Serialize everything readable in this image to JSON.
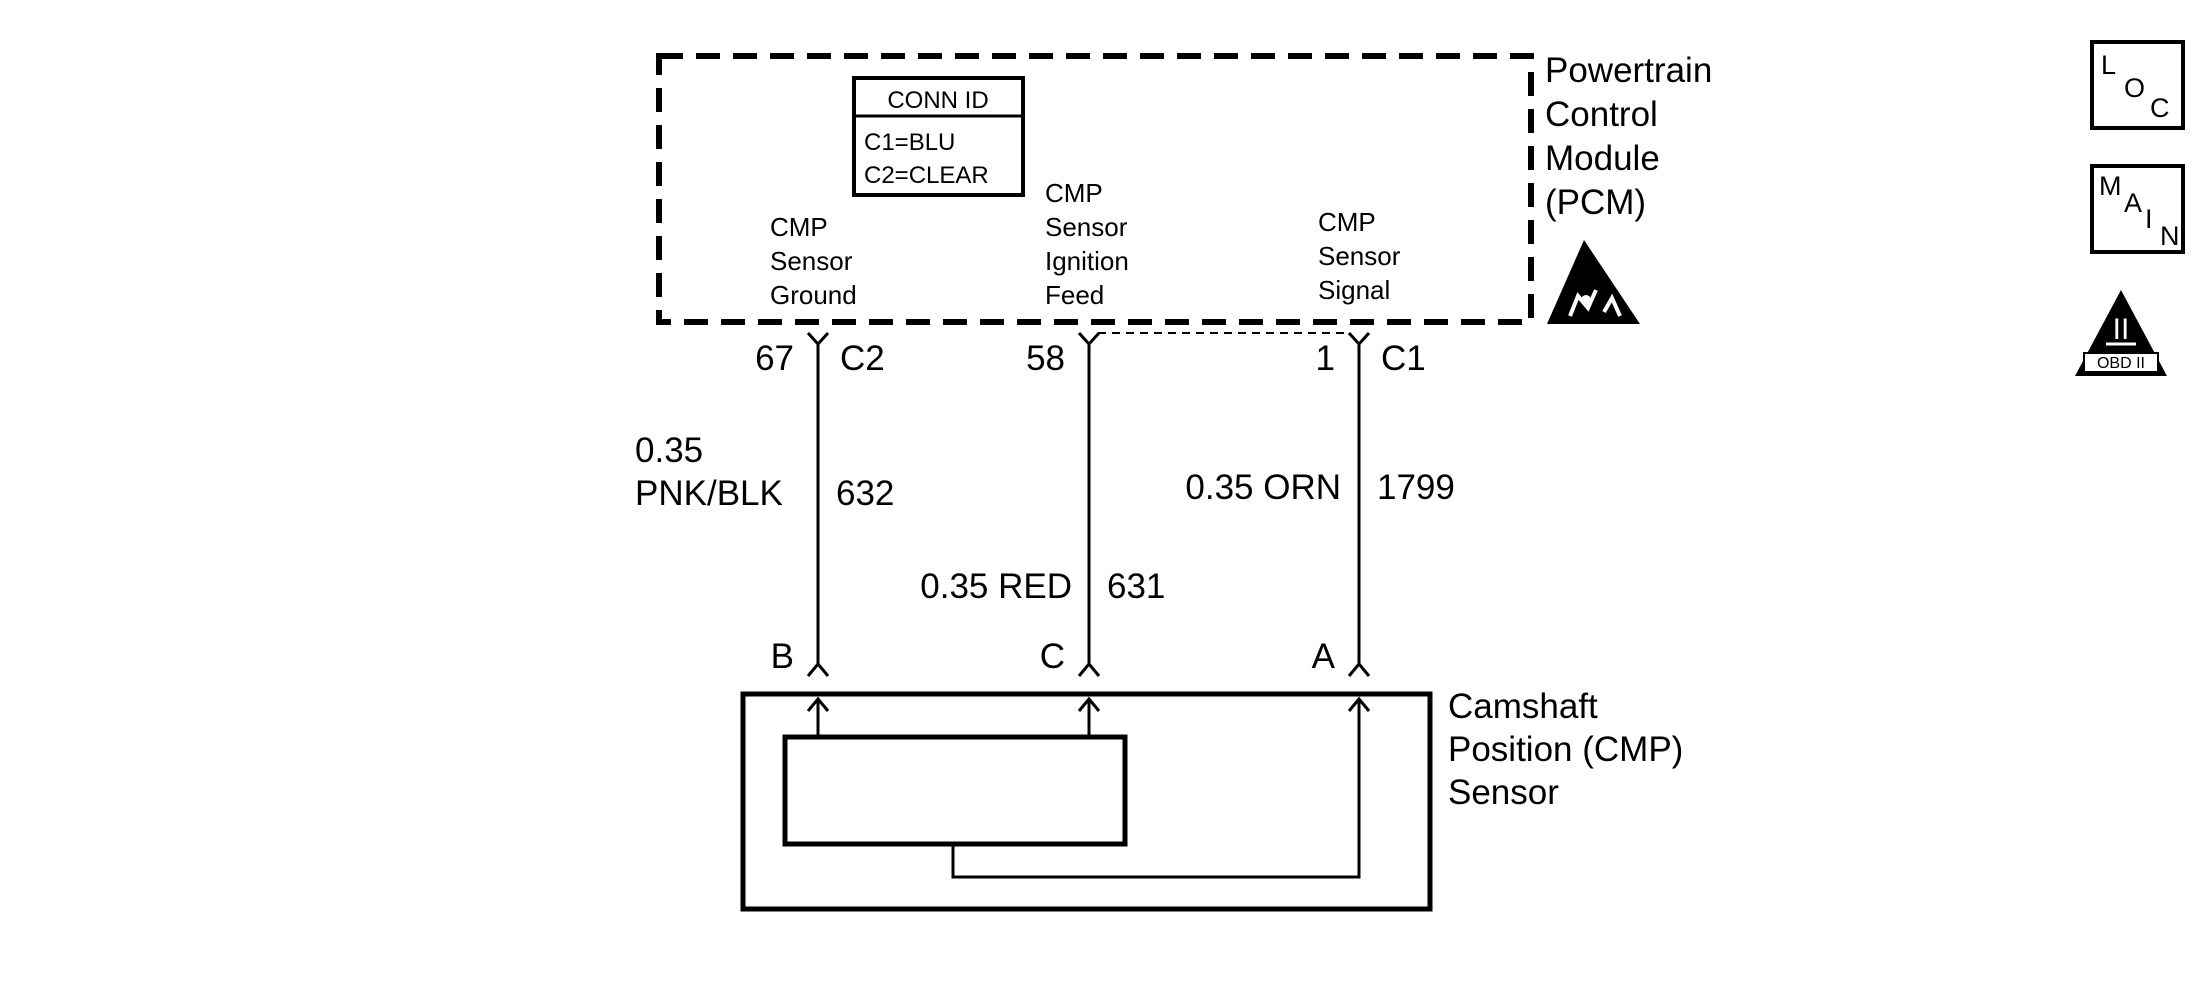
{
  "pcm": {
    "name_lines": [
      "Powertrain",
      "Control",
      "Module",
      "(PCM)"
    ],
    "conn_id": {
      "title": "CONN ID",
      "lines": [
        "C1=BLU",
        "C2=CLEAR"
      ]
    },
    "terminal_labels": {
      "ground": [
        "CMP",
        "Sensor",
        "Ground"
      ],
      "ignition": [
        "CMP",
        "Sensor",
        "Ignition",
        "Feed"
      ],
      "signal": [
        "CMP",
        "Sensor",
        "Signal"
      ]
    },
    "pins": {
      "ground": {
        "pin": "67",
        "connector": "C2"
      },
      "ignition": {
        "pin": "58",
        "connector": ""
      },
      "signal": {
        "pin": "1",
        "connector": "C1"
      }
    }
  },
  "wires": {
    "ground": {
      "gauge_line1": "0.35",
      "gauge_line2": "PNK/BLK",
      "circuit": "632"
    },
    "ignition": {
      "gauge_color": "0.35 RED",
      "circuit": "631"
    },
    "signal": {
      "gauge_color": "0.35 ORN",
      "circuit": "1799"
    }
  },
  "sensor": {
    "name_lines": [
      "Camshaft",
      "Position (CMP)",
      "Sensor"
    ],
    "terminals": {
      "ground": "B",
      "ignition": "C",
      "signal": "A"
    }
  },
  "legend_icons": {
    "loc": [
      "L",
      "O",
      "C"
    ],
    "main": [
      "M",
      "A",
      "I",
      "N"
    ],
    "obd": {
      "roman": "II",
      "label": "OBD II"
    }
  },
  "icons": [
    "esd-warning-icon",
    "loc-icon",
    "main-icon",
    "obd-ii-icon"
  ]
}
